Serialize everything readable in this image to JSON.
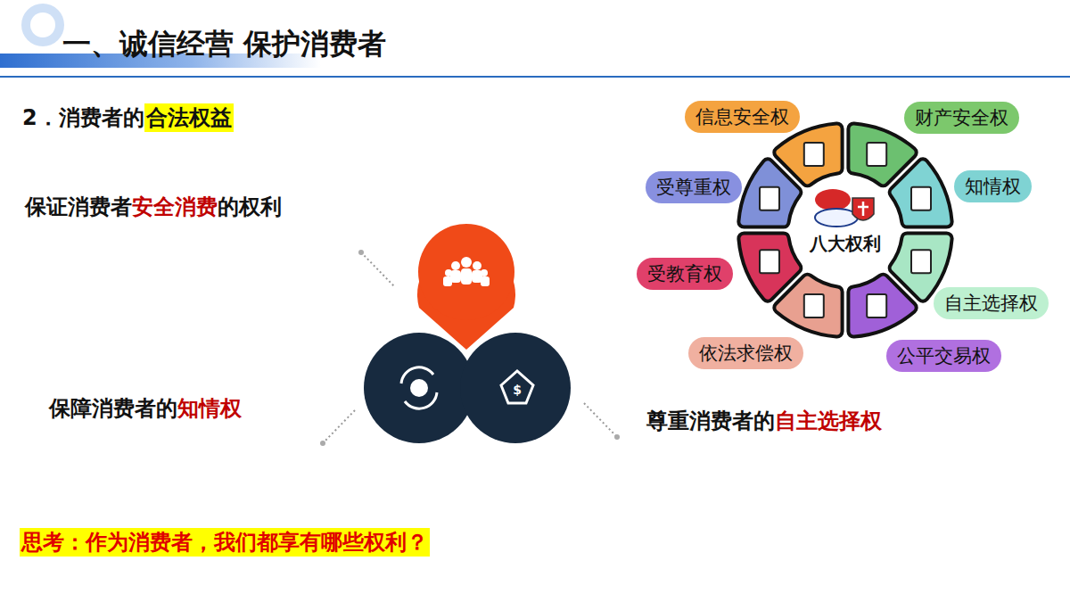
{
  "diagram": {
    "title": "一、诚信经营 保护消费者",
    "nodes": [
      {
        "text": [
          "八大权利"
        ]
      },
      {
        "text": [
          "信息安全权"
        ]
      },
      {
        "text": [
          "财产安全权"
        ]
      },
      {
        "text": [
          "知情权"
        ]
      },
      {
        "text": [
          "自主选择权"
        ]
      },
      {
        "text": [
          "公平交易权"
        ]
      },
      {
        "text": [
          "依法求偿权"
        ]
      },
      {
        "text": [
          "受教育权"
        ]
      },
      {
        "text": [
          "受尊重权"
        ]
      }
    ],
    "labels": [
      "2．消费者的",
      "合法权益",
      "保证消费者",
      "安全消费",
      "的权利",
      "保障消费者的",
      "知情权",
      "尊重消费者的",
      "自主选择权",
      "思考：作为消费者，我们都享有哪些权利？"
    ]
  }
}
